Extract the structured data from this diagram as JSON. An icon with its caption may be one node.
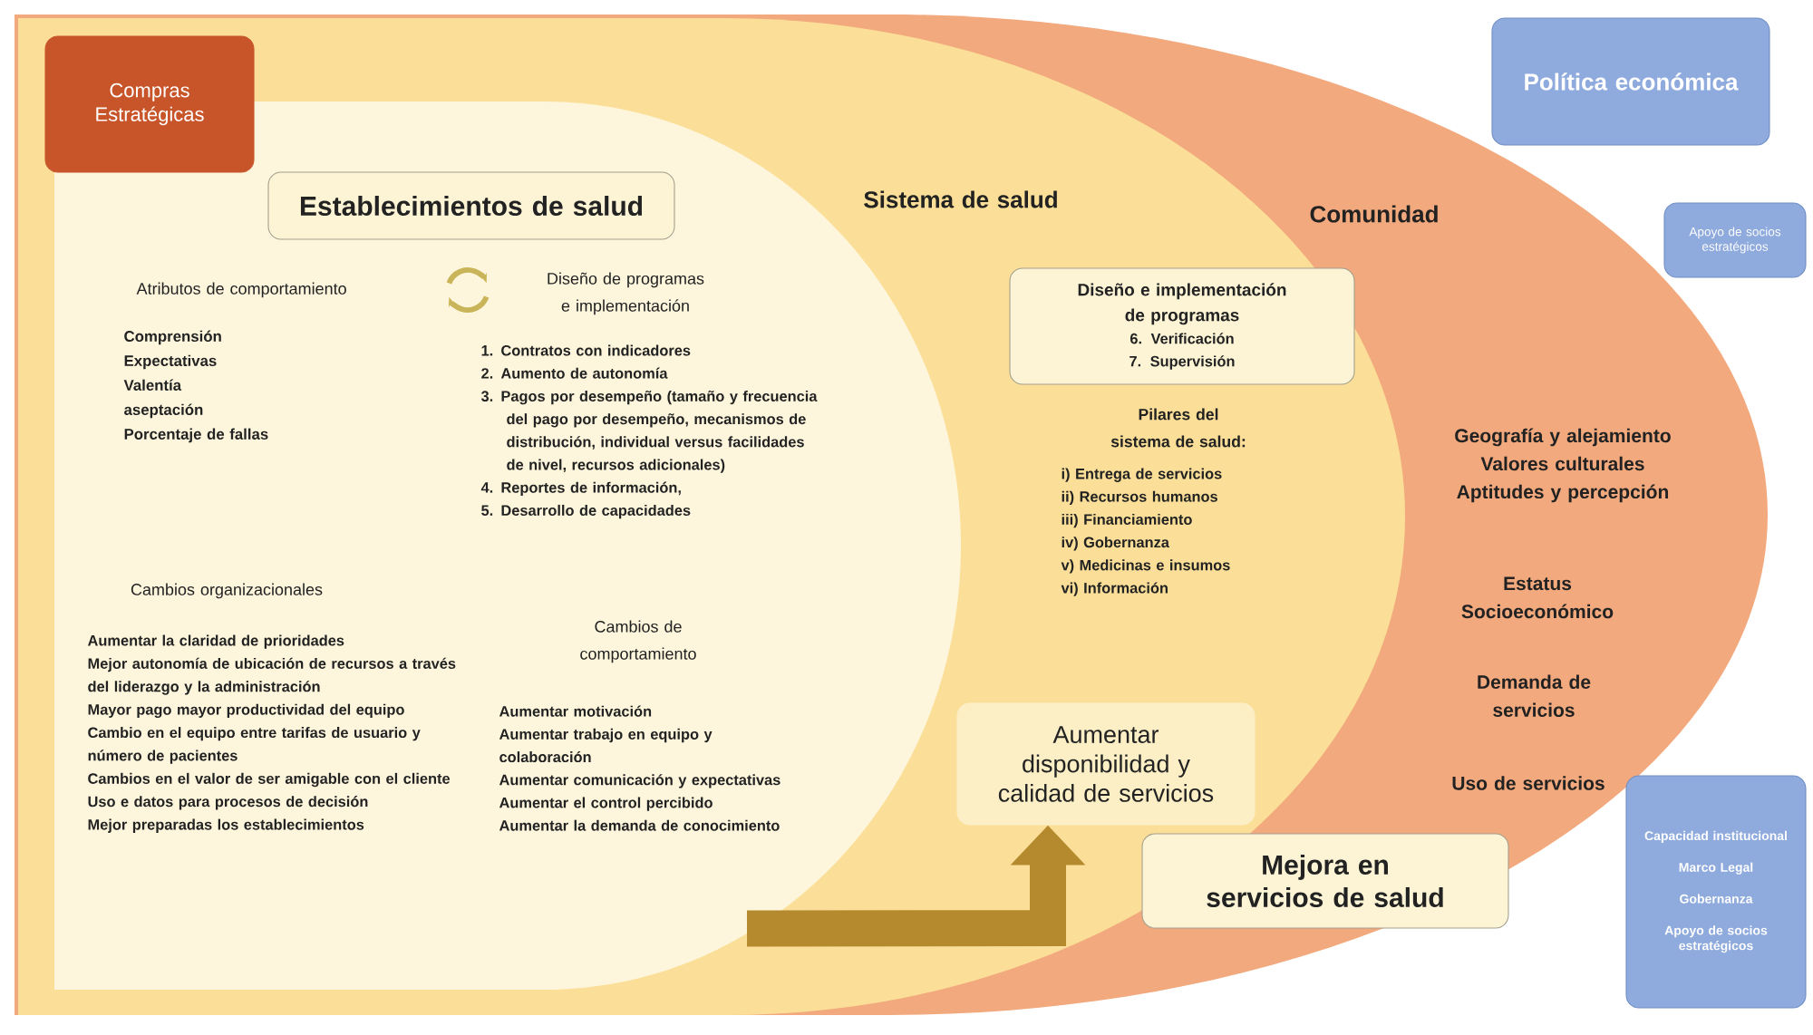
{
  "diagram": {
    "nodes": [
      {
        "text": [
          "Compras Estratégicas"
        ],
        "in": 2
      },
      {
        "text": [
          "Comunidad",
          "Geografía y alejamiento",
          "Valores culturales",
          "Aptitudes y percepción",
          "Estatus Socioeconómico",
          "Demanda de servicios",
          "Uso de servicios"
        ]
      },
      {
        "text": [
          "Sistema de salud",
          "Pilares del sistema de salud:",
          "i) Entrega de servicios",
          "ii) Recursos humanos",
          "iii) Financiamiento",
          "iv) Gobernanza",
          "v) Medicinas e insumos",
          "vi) Información"
        ],
        "in": 1
      },
      {
        "text": [
          "Atributos de comportamiento",
          "Comprensión",
          "Expectativas",
          "Valentía",
          "aseptación",
          "Porcentaje de fallas",
          "Diseño de programas e implementación",
          "1. Contratos con indicadores",
          "2. Aumento de autonomía",
          "3. Pagos por desempeño (tamaño y frecuencia del pago por desempeño, mecanismos de distribución, individual versus facilidades de nivel, recursos adicionales)",
          "4. Reportes de información,",
          "5. Desarrollo de capacidades",
          "Cambios de comportamiento",
          "Aumentar motivación",
          "Aumentar trabajo en equipo y colaboración",
          "Aumentar comunicación y expectativas",
          "Aumentar el control percibido",
          "Aumentar la demanda de conocimiento",
          "Cambios organizacionales",
          "Aumentar la claridad de prioridades",
          "Mejor autonomía de ubicación de recursos a través del liderazgo y la administración",
          "Mayor pago mayor productividad del equipo",
          "Cambio en el equipo entre tarifas de usuario y número de pacientes",
          "Cambios en el valor de ser amigable con el cliente",
          "Uso e datos para procesos de decisión",
          "Mejor preparadas los establecimientos"
        ],
        "in": 2
      },
      {
        "text": [
          "Establecimientos de salud"
        ],
        "in": 3
      },
      {
        "text": [
          "Diseño e implementación de programas",
          "6. Verificación",
          "7. Supervisión"
        ],
        "in": 2
      },
      {
        "text": [
          "Aumentar disponibilidad y calidad de servicios"
        ],
        "in": 2
      },
      {
        "text": [
          "Mejora en servicios de salud"
        ],
        "in": 1
      },
      {
        "text": [
          "Política económica"
        ]
      },
      {
        "text": [
          "Apoyo de socios estratégicos"
        ]
      },
      {
        "text": [
          "Capacidad institucional",
          "Marco Legal",
          "Gobernanza",
          "Apoyo de socios estratégicos"
        ]
      }
    ],
    "edges": [
      {
        "from": 3,
        "to": 6,
        "arrow": "to"
      }
    ]
  }
}
